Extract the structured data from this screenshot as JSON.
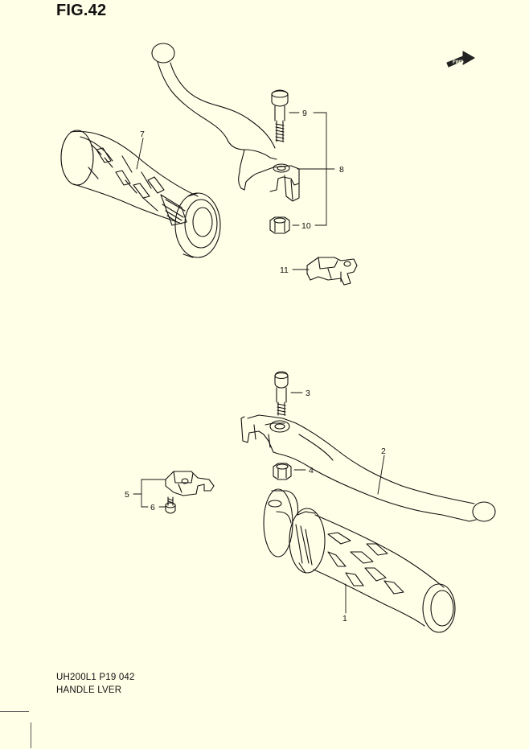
{
  "figure": {
    "title": "FIG.42",
    "model_code": "UH200L1 P19  042",
    "section_name": "HANDLE LVER",
    "fwd_marker": "FWD"
  },
  "callouts": {
    "c1": "1",
    "c2": "2",
    "c3": "3",
    "c4": "4",
    "c5": "5",
    "c6": "6",
    "c7": "7",
    "c8": "8",
    "c9": "9",
    "c10": "10",
    "c11": "11"
  },
  "colors": {
    "background": "#ffffe8",
    "line": "#111111"
  }
}
